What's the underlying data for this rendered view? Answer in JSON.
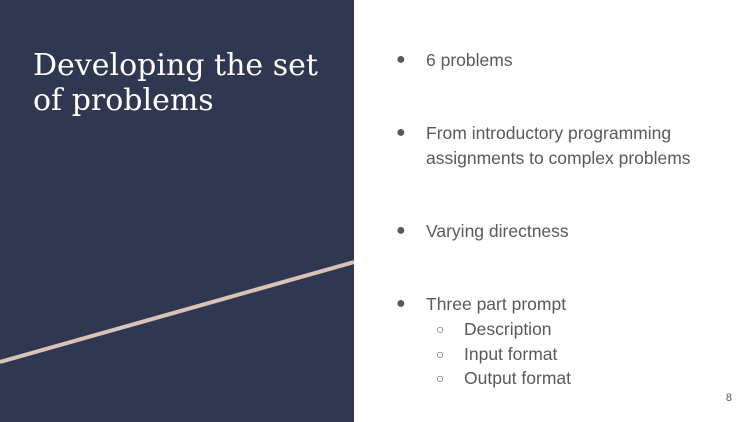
{
  "slide": {
    "title": "Developing the set of problems",
    "page_number": "8",
    "colors": {
      "panel": "#2f3850",
      "accent_line": "#d9c3b7",
      "text": "#595959"
    },
    "bullets": [
      {
        "text": "6 problems"
      },
      {
        "text_line1": "From introductory programming",
        "text_line2": "assignments to complex problems"
      },
      {
        "text": "Varying directness"
      },
      {
        "text": "Three part prompt",
        "sub": [
          "Description",
          "Input format",
          "Output format"
        ]
      }
    ],
    "bullet_marker": "●",
    "sub_marker": "○"
  }
}
